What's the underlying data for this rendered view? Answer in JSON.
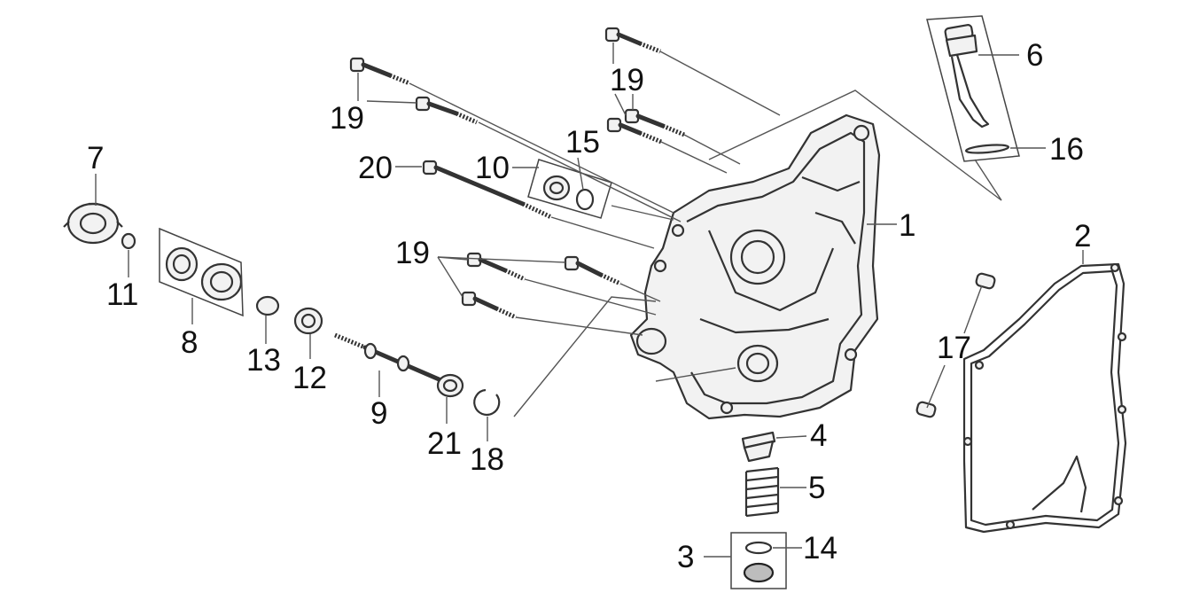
{
  "diagram": {
    "type": "exploded-parts-diagram",
    "callouts": {
      "p1": "1",
      "p2": "2",
      "p3": "3",
      "p4": "4",
      "p5": "5",
      "p6": "6",
      "p7": "7",
      "p8": "8",
      "p9": "9",
      "p10": "10",
      "p11": "11",
      "p12": "12",
      "p13": "13",
      "p14": "14",
      "p15": "15",
      "p16": "16",
      "p17": "17",
      "p18": "18",
      "p19a": "19",
      "p19b": "19",
      "p19c": "19",
      "p20": "20",
      "p21": "21"
    }
  }
}
